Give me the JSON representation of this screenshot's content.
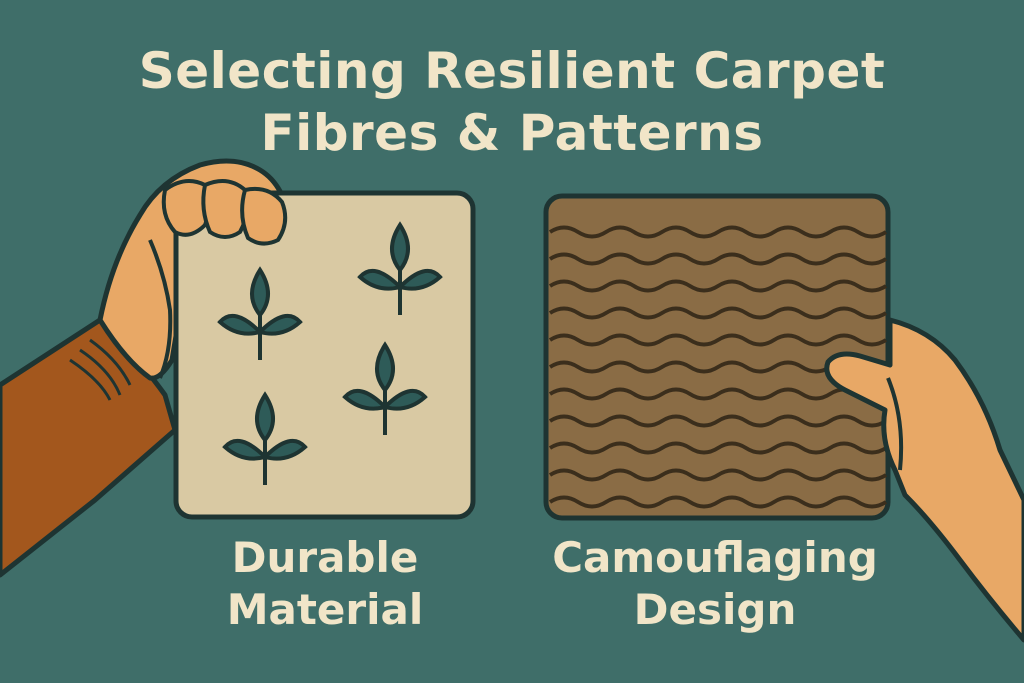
{
  "title": {
    "line1": "Selecting Resilient Carpet",
    "line2": "Fibres & Patterns"
  },
  "panels": [
    {
      "caption_line1": "Durable",
      "caption_line2": "Material",
      "pattern": "leaf-motif"
    },
    {
      "caption_line1": "Camouflaging",
      "caption_line2": "Design",
      "pattern": "wavy-lines"
    }
  ],
  "colors": {
    "background": "#3f6e69",
    "text": "#f1e5c8",
    "swatch_light": "#d9c9a3",
    "swatch_dark": "#8a6c45",
    "leaf": "#2e5b58",
    "outline": "#1e3432",
    "skin": "#e8a866",
    "sleeve": "#a3571d"
  }
}
